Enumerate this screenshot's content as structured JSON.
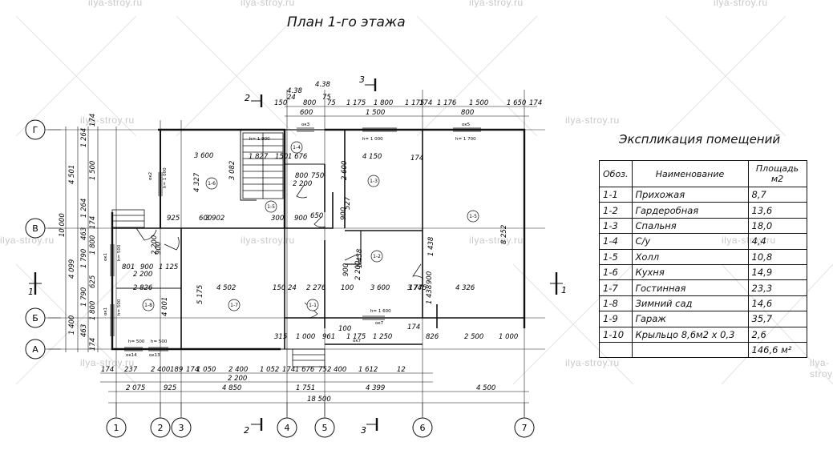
{
  "watermark": "ilya-stroy.ru",
  "title": "План 1-го этажа",
  "explication": {
    "title": "Экспликация помещений",
    "headers": [
      "Обоз.",
      "Наименование",
      "Площадь м2"
    ],
    "rows": [
      [
        "1-1",
        "Прихожая",
        "8,7"
      ],
      [
        "1-2",
        "Гардеробная",
        "13,6"
      ],
      [
        "1-3",
        "Спальня",
        "18,0"
      ],
      [
        "1-4",
        "С/у",
        "4,4"
      ],
      [
        "1-5",
        "Холл",
        "10,8"
      ],
      [
        "1-6",
        "Кухня",
        "14,9"
      ],
      [
        "1-7",
        "Гостинная",
        "23,3"
      ],
      [
        "1-8",
        "Зимний сад",
        "14,6"
      ],
      [
        "1-9",
        "Гараж",
        "35,7"
      ],
      [
        "1-10",
        "Крыльцо 8,6м2 х 0,3",
        "2,6"
      ]
    ],
    "total": "146,6 м²"
  },
  "axes": {
    "vertical": [
      "1",
      "2",
      "3",
      "4",
      "5",
      "6",
      "7"
    ],
    "horizontal": [
      "Г",
      "В",
      "Б",
      "А"
    ]
  },
  "section_marks": {
    "s2": "2",
    "s3": "3",
    "s1": "1"
  },
  "dims_top": [
    "150",
    "800",
    "75",
    "1 175",
    "1 800",
    "1 175",
    "174",
    "1 176",
    "1 500",
    "1 650",
    "174"
  ],
  "dims_top2": [
    "600",
    "1 500",
    "800"
  ],
  "dims_top3": [
    "4.38",
    "4.38",
    "24",
    "75"
  ],
  "dims_bottom1": [
    "174",
    "237",
    "2 400",
    "189",
    "174",
    "1 050",
    "2 400",
    "1 052",
    "174",
    "1 676",
    "75",
    "2 400",
    "1 612",
    "12"
  ],
  "dims_bottom2": [
    "2 200"
  ],
  "dims_bottom3": [
    "2 075",
    "925",
    "4 850",
    "1 751",
    "4 399",
    "4 500"
  ],
  "dims_bottom4": [
    "18 500"
  ],
  "dims_left_outer": [
    "4 501",
    "10 000",
    "4 099",
    "1 400"
  ],
  "dims_left_inner": [
    "174",
    "1 264",
    "1 500",
    "1 264",
    "174",
    "463",
    "1 800",
    "1 790",
    "625",
    "1 790",
    "1 800",
    "463",
    "174"
  ],
  "room_dims": [
    "3 600",
    "3 082",
    "4 327",
    "1 827",
    "150",
    "1 676",
    "2 600",
    "4 150",
    "174",
    "3 902",
    "925",
    "600",
    "300",
    "900",
    "650",
    "8 252",
    "2 826",
    "4 502",
    "150",
    "24",
    "2 276",
    "100",
    "3 600",
    "3 775",
    "174",
    "4 326",
    "4 001",
    "5 175",
    "801",
    "900",
    "1 125",
    "2 200",
    "315",
    "1 000",
    "961",
    "100",
    "1 175",
    "1 250",
    "174",
    "826",
    "2 500",
    "1 000",
    "800",
    "750",
    "2 200",
    "900",
    "1 438",
    "1 438",
    "900",
    "527",
    "900",
    "2 200",
    "1 438",
    "900",
    "2 200"
  ],
  "room_tags": [
    "1-6",
    "1-4",
    "1-3",
    "1-5",
    "1-5",
    "1-2",
    "1-7",
    "1-8",
    "1-1"
  ],
  "opening_tags": [
    "h= 1 900",
    "h= 1 000",
    "h= 1 700",
    "h= 1 000",
    "h= 1 600",
    "h= 500",
    "h= 500",
    "h= 500",
    "h= 500",
    "ок3",
    "ок5",
    "ок2",
    "ок1",
    "ок1",
    "ок7",
    "ок7",
    "ок14",
    "ок13"
  ]
}
